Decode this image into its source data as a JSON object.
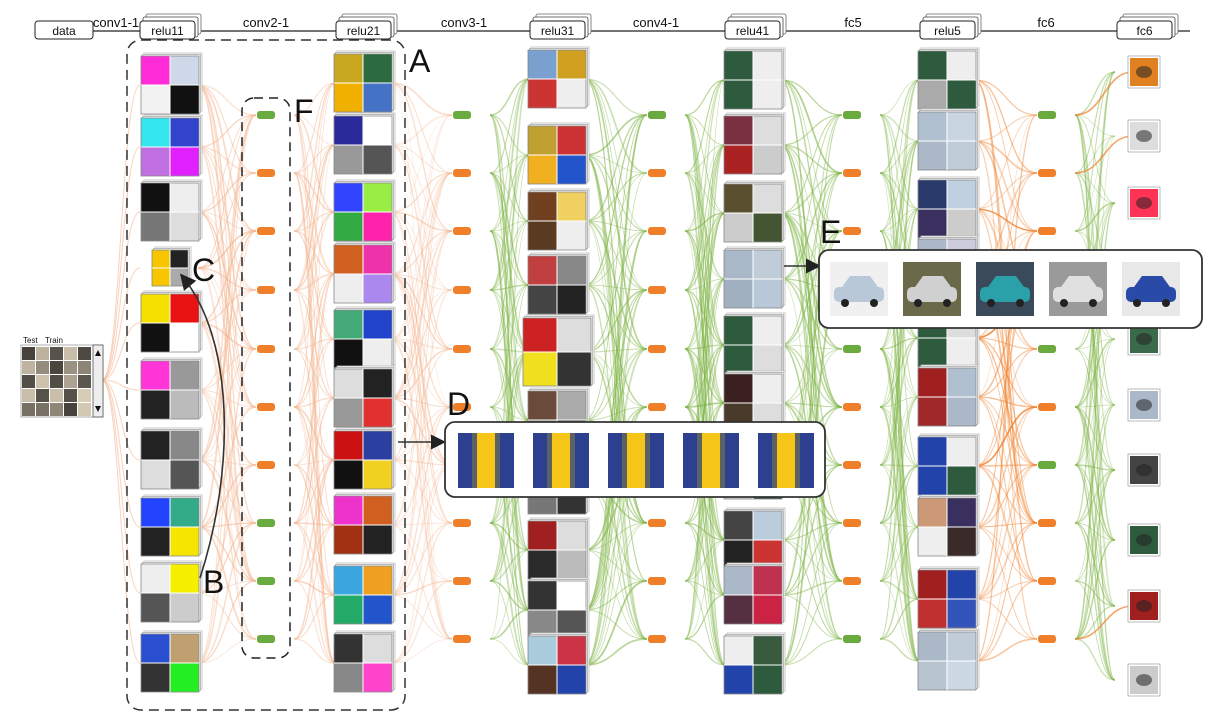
{
  "layer_boxes": [
    "data",
    "relu11",
    "relu21",
    "relu31",
    "relu41",
    "relu5",
    "fc6"
  ],
  "layer_gaps": [
    "conv1-1",
    "conv2-1",
    "conv3-1",
    "conv4-1",
    "fc5",
    "fc6"
  ],
  "annotations": [
    "A",
    "B",
    "C",
    "D",
    "E",
    "F"
  ],
  "input_tabs": {
    "test": "Test",
    "train": "Train"
  },
  "colors": {
    "ring_link": "#f3b38d",
    "green_link": "#7cb342",
    "orange_node": "#f07f2a",
    "green_node": "#6aab3f",
    "accent_yellow": "#f5c518",
    "accent_blue": "#2d3f8f"
  },
  "icons": [
    "arrow-up-icon",
    "arrow-down-icon"
  ]
}
